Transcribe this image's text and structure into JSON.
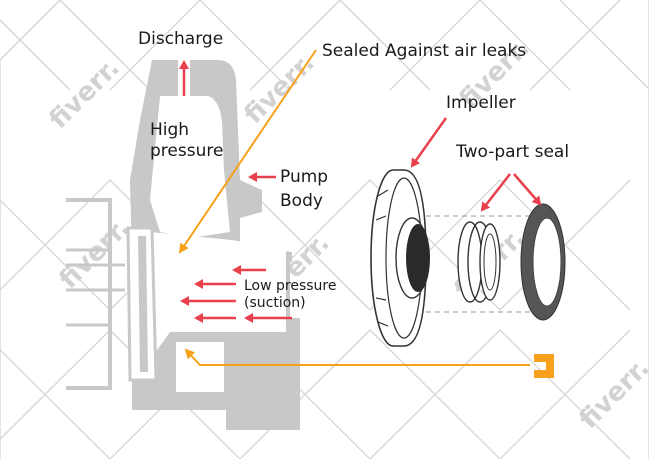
{
  "labels": {
    "discharge": "Discharge",
    "sealed": "Sealed Against air leaks",
    "impeller": "Impeller",
    "high_pressure_1": "High",
    "high_pressure_2": "pressure",
    "two_part_seal": "Two-part seal",
    "pump_1": "Pump",
    "pump_2": "Body",
    "low_pressure_1": "Low pressure",
    "low_pressure_2": "(suction)"
  },
  "watermark": "fiverr.",
  "colors": {
    "pump_body": "#c8c8c8",
    "arrow_red": "#e8414d",
    "arrow_orange": "#f7a11a",
    "seal_dark": "#555555",
    "outline": "#333333"
  }
}
